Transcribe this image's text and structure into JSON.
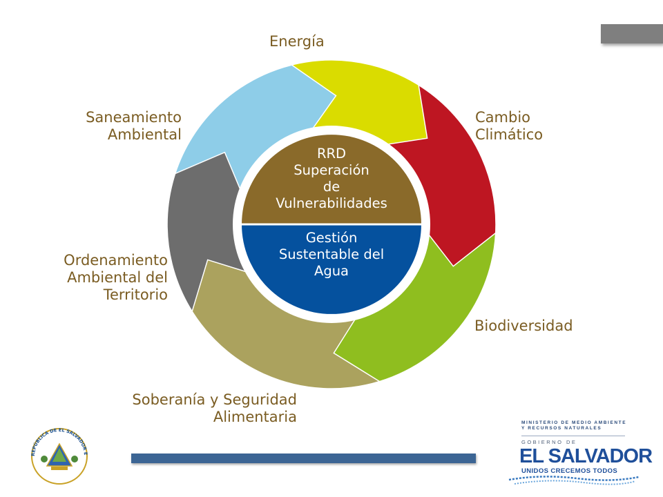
{
  "diagram": {
    "segments": [
      {
        "id": "energia",
        "label": "Energía",
        "color": "#dadc00"
      },
      {
        "id": "cambio",
        "label": "Cambio\nClimático",
        "color": "#be1622"
      },
      {
        "id": "biodiversidad",
        "label": "Biodiversidad",
        "color": "#8fbe1f"
      },
      {
        "id": "soberania",
        "label": "Soberanía y Seguridad\nAlimentaria",
        "color": "#aba25e"
      },
      {
        "id": "ordenamiento",
        "label": "Ordenamiento\nAmbiental del\nTerritorio",
        "color": "#6d6d6d"
      },
      {
        "id": "saneamiento",
        "label": "Saneamiento\nAmbiental",
        "color": "#8ecde8"
      }
    ],
    "center_top": {
      "text": "RRD\nSuperación\nde\nVulnerabilidades",
      "color": "#8a6a2a"
    },
    "center_bottom": {
      "text": "Gestión\nSustentable del\nAgua",
      "color": "#05519e"
    },
    "label_color": "#7a5c22"
  },
  "seal": {
    "text": "REPÚBLICA DE EL SALVADOR EN LA AMÉRICA CENTRAL"
  },
  "ministry_logo": {
    "ministry": "MINISTERIO DE MEDIO AMBIENTE\nY RECURSOS NATURALES",
    "gobierno": "GOBIERNO DE",
    "country": "EL SALVADOR",
    "slogan": "UNIDOS CRECEMOS TODOS"
  },
  "footer_bar_color": "#3c6594"
}
